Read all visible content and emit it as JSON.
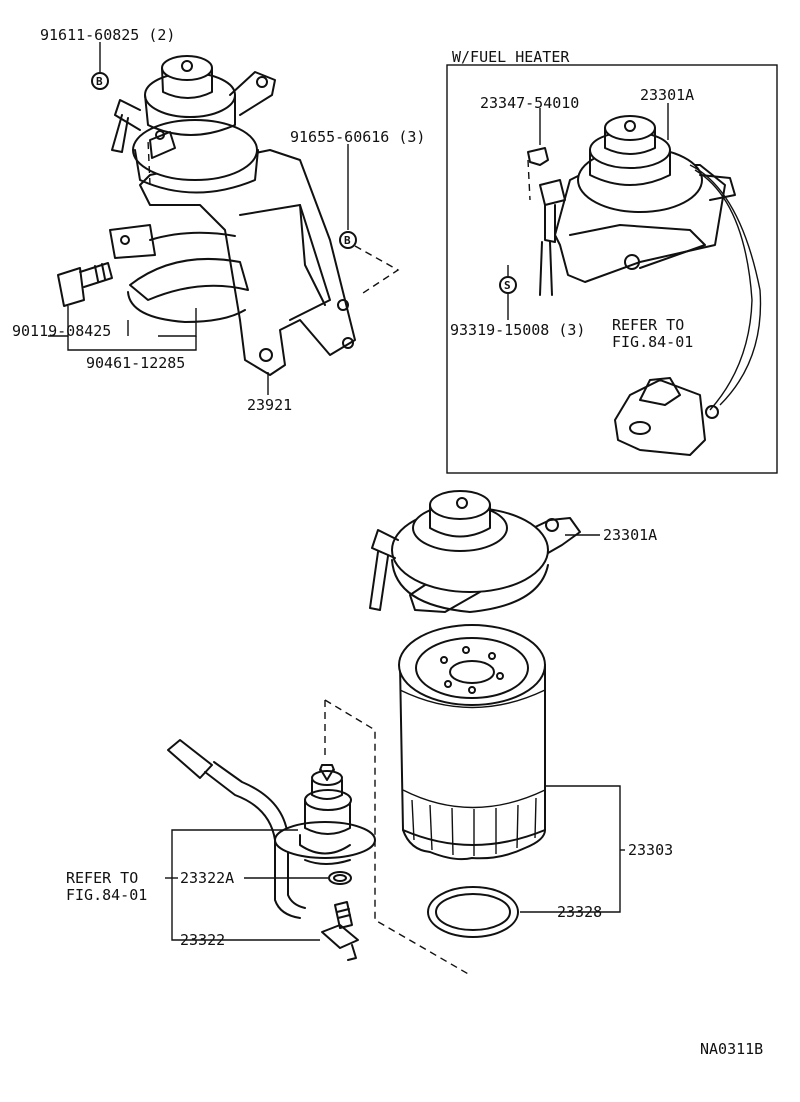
{
  "labels": {
    "p91611": "91611-60825 (2)",
    "p91655": "91655-60616 (3)",
    "p90119": "90119-08425",
    "p90461": "90461-12285",
    "p23921": "23921",
    "fuel_heater_title": "W/FUEL HEATER",
    "p23347": "23347-54010",
    "p23301a_top": "23301A",
    "p93319": "93319-15008 (3)",
    "refer_top_1": "REFER TO",
    "refer_top_2": "FIG.84-01",
    "p23301a_mid": "23301A",
    "p23303": "23303",
    "p23328": "23328",
    "refer_bot_1": "REFER TO",
    "refer_bot_2": "FIG.84-01",
    "p23322a": "23322A",
    "p23322": "23322",
    "diagram_code": "NA0311B"
  },
  "callouts": {
    "b1": "B",
    "b2": "B",
    "s1": "S"
  }
}
